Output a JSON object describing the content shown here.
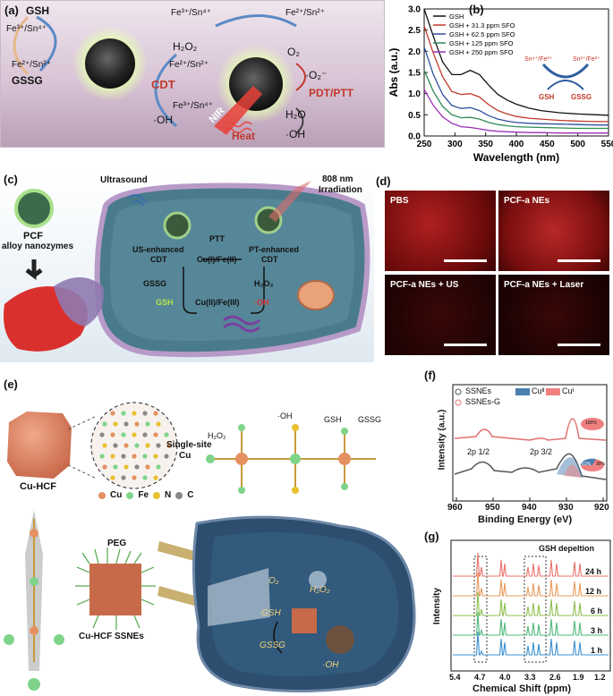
{
  "panel_a": {
    "label": "(a)",
    "gsh": "GSH",
    "fe3sn4_1": "Fe³⁺/Sn⁴⁺",
    "fe2sn2_1": "Fe²⁺/Sn²⁺",
    "gssg": "GSSG",
    "h2o2": "H₂O₂",
    "fe2sn2_2": "Fe²⁺/Sn²⁺",
    "cdt": "CDT",
    "fe3sn4_2": "Fe³⁺/Sn⁴⁺",
    "oh1": "·OH",
    "fe3sn4_top": "Fe³⁺/Sn⁴⁺",
    "fe2sn2_top": "Fe²⁺/Sn²⁺",
    "o2": "O₂",
    "o2rad": "·O₂⁻",
    "pdtptt": "PDT/PTT",
    "nir": "NIR",
    "heat": "Heat",
    "h2o": "H₂O",
    "oh2": "·OH"
  },
  "panel_b": {
    "label": "(b)",
    "inset_left": "Sn⁴⁺/Fe³⁺",
    "inset_right": "Sn²⁺/Fe²⁺",
    "inset_gsh": "GSH",
    "inset_gssg": "GSSG"
  },
  "chart_data": {
    "type": "line",
    "xlabel": "Wavelength (nm)",
    "ylabel": "Abs (a.u.)",
    "xlim": [
      250,
      550
    ],
    "ylim": [
      0,
      3.0
    ],
    "xticks": [
      250,
      300,
      350,
      400,
      450,
      500,
      550
    ],
    "yticks": [
      0.0,
      0.5,
      1.0,
      1.5,
      2.0,
      2.5,
      3.0
    ],
    "series": [
      {
        "name": "GSH",
        "color": "#111111",
        "x": [
          250,
          265,
          280,
          295,
          310,
          325,
          340,
          355,
          370,
          385,
          400,
          420,
          440,
          470,
          500,
          530,
          550
        ],
        "y": [
          3.0,
          2.35,
          1.75,
          1.45,
          1.45,
          1.55,
          1.45,
          1.2,
          0.98,
          0.85,
          0.75,
          0.66,
          0.6,
          0.55,
          0.52,
          0.5,
          0.49
        ]
      },
      {
        "name": "GSH + 31.3 ppm SFO",
        "color": "#c0392b",
        "x": [
          250,
          265,
          280,
          295,
          310,
          325,
          340,
          355,
          370,
          385,
          400,
          420,
          440,
          470,
          500,
          530,
          550
        ],
        "y": [
          2.6,
          1.95,
          1.4,
          1.05,
          0.98,
          1.0,
          0.92,
          0.74,
          0.6,
          0.52,
          0.46,
          0.42,
          0.4,
          0.37,
          0.35,
          0.34,
          0.34
        ]
      },
      {
        "name": "GSH + 62.5 ppm SFO",
        "color": "#2f4f9f",
        "x": [
          250,
          265,
          280,
          295,
          310,
          325,
          340,
          355,
          370,
          385,
          400,
          420,
          440,
          470,
          500,
          530,
          550
        ],
        "y": [
          2.1,
          1.45,
          0.98,
          0.72,
          0.65,
          0.67,
          0.6,
          0.48,
          0.4,
          0.35,
          0.32,
          0.3,
          0.29,
          0.28,
          0.27,
          0.26,
          0.26
        ]
      },
      {
        "name": "GSH + 125 ppm SFO",
        "color": "#2e8b57",
        "x": [
          250,
          265,
          280,
          295,
          310,
          325,
          340,
          355,
          370,
          385,
          400,
          420,
          440,
          470,
          500,
          530,
          550
        ],
        "y": [
          1.55,
          1.05,
          0.7,
          0.5,
          0.43,
          0.44,
          0.4,
          0.32,
          0.27,
          0.24,
          0.22,
          0.21,
          0.2,
          0.19,
          0.18,
          0.18,
          0.18
        ]
      },
      {
        "name": "GSH + 250 ppm SFO",
        "color": "#9b30b5",
        "x": [
          250,
          265,
          280,
          295,
          310,
          325,
          340,
          355,
          370,
          385,
          400,
          420,
          440,
          470,
          500,
          530,
          550
        ],
        "y": [
          1.1,
          0.72,
          0.45,
          0.3,
          0.22,
          0.2,
          0.17,
          0.13,
          0.11,
          0.1,
          0.09,
          0.08,
          0.08,
          0.07,
          0.07,
          0.07,
          0.07
        ]
      }
    ]
  },
  "panel_c": {
    "label": "(c)",
    "ultrasound": "Ultrasound",
    "irr1": "808 nm",
    "irr2": "Irradiation",
    "pcf": "PCF",
    "alloy": "alloy nanozymes",
    "us_cdt1": "US-enhanced",
    "us_cdt2": "CDT",
    "ptt": "PTT",
    "pt_cdt1": "PT-enhanced",
    "pt_cdt2": "CDT",
    "cu1fe2": "Cu(I)/Fe(II)",
    "gssg": "GSSG",
    "h2o2": "H₂O₂",
    "gsh": "GSH",
    "cu2fe3": "Cu(II)/Fe(III)",
    "oh": "·OH"
  },
  "panel_d": {
    "label": "(d)",
    "cells": [
      "PBS",
      "PCF-a NEs",
      "PCF-a NEs + US",
      "PCF-a NEs + Laser"
    ]
  },
  "panel_e": {
    "label": "(e)",
    "cuhcf": "Cu-HCF",
    "single1": "Single-site",
    "single2": "Cu",
    "legend_cu": "Cu",
    "legend_fe": "Fe",
    "legend_n": "N",
    "legend_c": "C",
    "h2o2": "H₂O₂",
    "oh": "·OH",
    "gsh": "GSH",
    "gssg": "GSSG",
    "peg": "PEG",
    "ssnes": "Cu-HCF SSNEs",
    "cell_o2": "O₂",
    "cell_h2o2": "H₂O₂",
    "cell_gsh": "GSH",
    "cell_gssg": "GSSG",
    "cell_oh": "·OH"
  },
  "panel_f": {
    "label": "(f)",
    "legend_ssnes": "SSNEs",
    "legend_ssnesg": "SSNEs-G",
    "legend_cu2": "Cuᴵᴵ",
    "legend_cu1": "Cuᴵ",
    "peak1": "2p 1/2",
    "peak2": "2p 3/2",
    "pie1": "100%",
    "pie2a": "61%",
    "pie2b": "39%",
    "ylabel": "Intensity (a.u.)",
    "xlabel": "Binding Energy (eV)",
    "xticks": [
      "960",
      "950",
      "940",
      "930",
      "920"
    ],
    "color_cu2": "#4a7fb0",
    "color_cu1": "#f08080"
  },
  "panel_g": {
    "label": "(g)",
    "title": "GSH depeltion",
    "ylabel": "Intensity",
    "xlabel": "Chemical Shift (ppm)",
    "xticks": [
      "5.4",
      "4.7",
      "4.0",
      "3.3",
      "2.6",
      "1.9",
      "1.2"
    ],
    "traces": [
      {
        "label": "24 h",
        "color": "#e8736b"
      },
      {
        "label": "12 h",
        "color": "#e89a5a"
      },
      {
        "label": "6 h",
        "color": "#8fbf4f"
      },
      {
        "label": "3 h",
        "color": "#4fb87a"
      },
      {
        "label": "1 h",
        "color": "#3a8fd0"
      }
    ]
  }
}
